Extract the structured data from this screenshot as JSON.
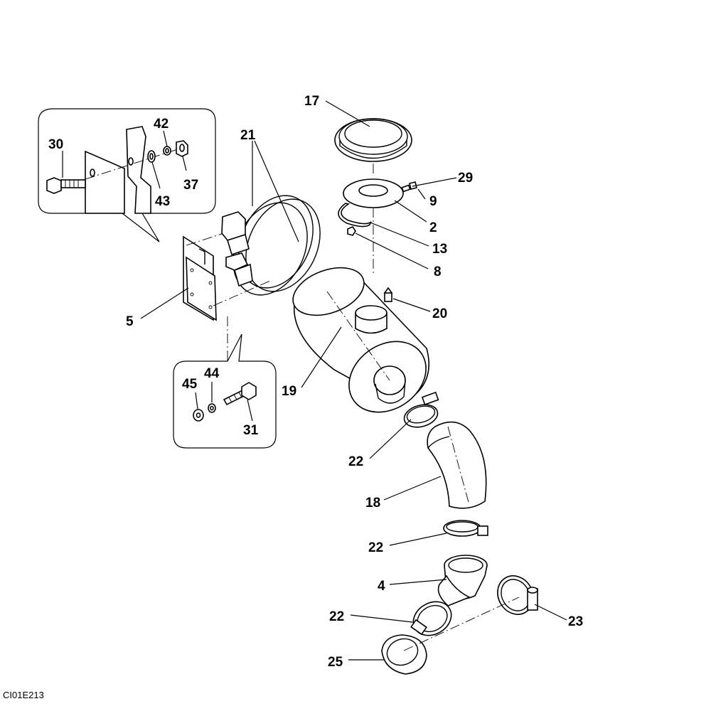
{
  "diagram": {
    "drawing_code": "CI01E213",
    "callouts": [
      {
        "id": "c17",
        "text": "17"
      },
      {
        "id": "c21",
        "text": "21"
      },
      {
        "id": "c42",
        "text": "42"
      },
      {
        "id": "c30",
        "text": "30"
      },
      {
        "id": "c37",
        "text": "37"
      },
      {
        "id": "c43",
        "text": "43"
      },
      {
        "id": "c29",
        "text": "29"
      },
      {
        "id": "c9",
        "text": "9"
      },
      {
        "id": "c2",
        "text": "2"
      },
      {
        "id": "c13",
        "text": "13"
      },
      {
        "id": "c8",
        "text": "8"
      },
      {
        "id": "c20",
        "text": "20"
      },
      {
        "id": "c5",
        "text": "5"
      },
      {
        "id": "c19",
        "text": "19"
      },
      {
        "id": "c44",
        "text": "44"
      },
      {
        "id": "c45",
        "text": "45"
      },
      {
        "id": "c31",
        "text": "31"
      },
      {
        "id": "c22a",
        "text": "22"
      },
      {
        "id": "c18",
        "text": "18"
      },
      {
        "id": "c22b",
        "text": "22"
      },
      {
        "id": "c4",
        "text": "4"
      },
      {
        "id": "c22c",
        "text": "22"
      },
      {
        "id": "c23",
        "text": "23"
      },
      {
        "id": "c25",
        "text": "25"
      }
    ]
  }
}
